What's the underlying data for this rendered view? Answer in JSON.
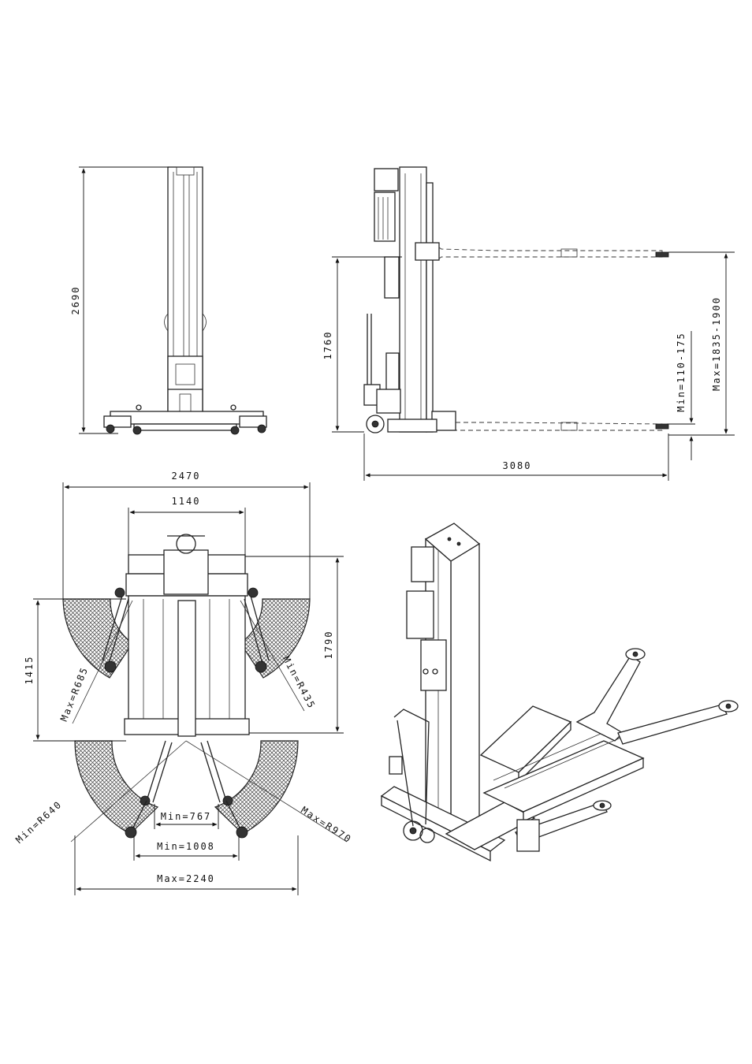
{
  "drawing": {
    "front_view": {
      "height_overall": "2690"
    },
    "side_view": {
      "lift_height": "1760",
      "min_height": "Min=110-175",
      "max_height": "Max=1835-1900",
      "length": "3080"
    },
    "top_view": {
      "overall_width": "2470",
      "column_width": "1140",
      "depth_total": "1790",
      "depth_arms": "1415",
      "front_arm_reach_max": "Max=R685",
      "front_arm_reach_min": "Min=R435",
      "rear_arm_reach_min": "Min=R640",
      "rear_arm_reach_max": "Max=R970",
      "inner_span_min": "Min=767",
      "outer_span_min": "Min=1008",
      "outer_span_max": "Max=2240"
    }
  }
}
